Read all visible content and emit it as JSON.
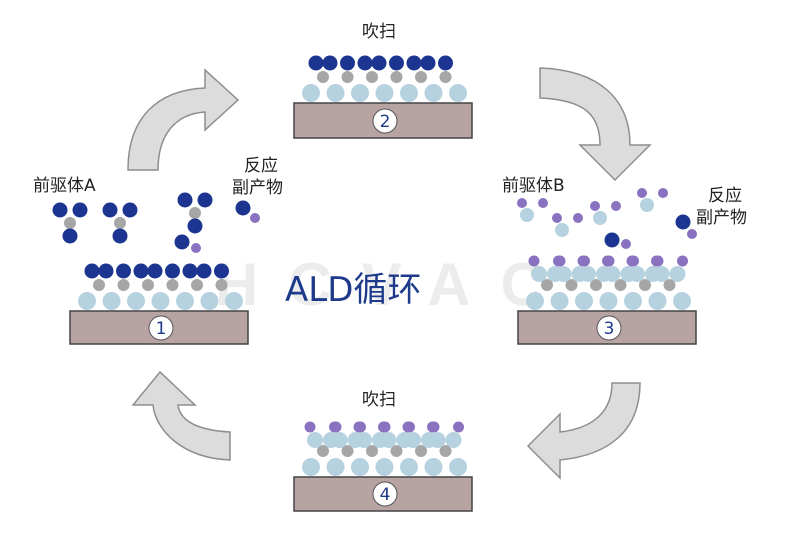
{
  "title": "ALD循环",
  "watermark": "HCVAC",
  "colors": {
    "precursor_a": "#1b3590",
    "precursor_b": "#8a72c0",
    "light_blue": "#b6d2e0",
    "gray_atom": "#a6a6a6",
    "substrate_fill": "#b8a3a3",
    "substrate_stroke": "#444444",
    "arrow_fill": "#dcdcdc",
    "arrow_stroke": "#8e8e8e"
  },
  "labels": {
    "purge_top": "吹扫",
    "purge_bottom": "吹扫",
    "precursor_a": "前驱体A",
    "precursor_b": "前驱体B",
    "byproduct_left_1": "反应",
    "byproduct_left_2": "副产物",
    "byproduct_right_1": "反应",
    "byproduct_right_2": "副产物"
  },
  "steps": [
    {
      "number": "1",
      "state": "precursor A adsorbed"
    },
    {
      "number": "2",
      "state": "purged after precursor A"
    },
    {
      "number": "3",
      "state": "precursor B reacted"
    },
    {
      "number": "4",
      "state": "purged after precursor B"
    }
  ]
}
